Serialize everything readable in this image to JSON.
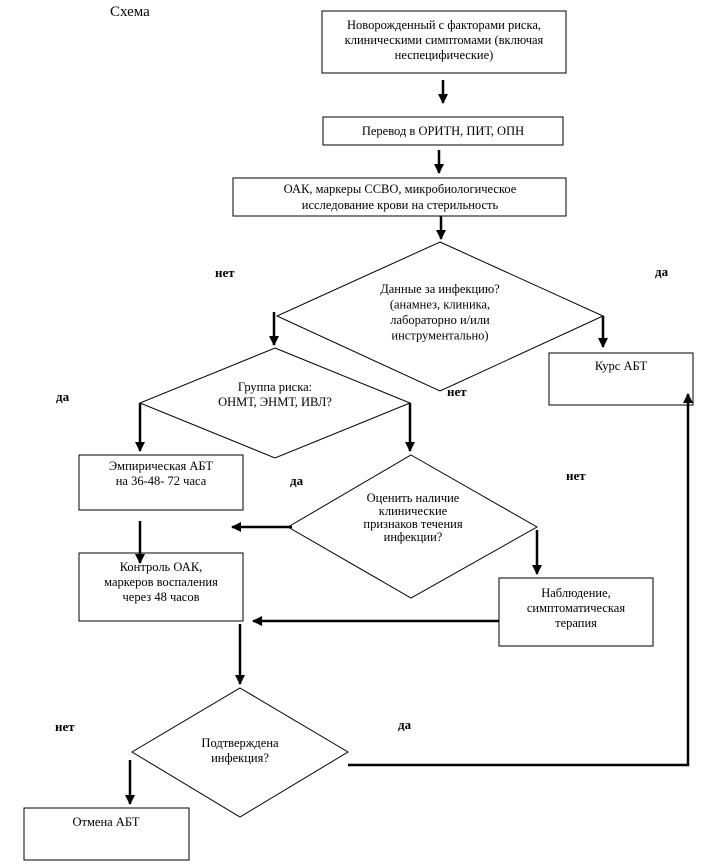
{
  "title": "Схема",
  "nodes": {
    "newborn": [
      "Новорожденный с факторами риска,",
      "клиническими симптомами (включая",
      "неспецифические)"
    ],
    "transfer": [
      "Перевод в ОРИТН, ПИТ, ОПН"
    ],
    "tests": [
      "ОАК, маркеры ССВО, микробиологическое",
      "исследование крови на стерильность"
    ],
    "infection_data": [
      "Данные за инфекцию?",
      "(анамнез, клиника,",
      "лабораторно и/или",
      "инструментально)"
    ],
    "risk_group": [
      "Группа риска:",
      "ОНМТ, ЭНМТ, ИВЛ?"
    ],
    "abt_course": [
      "Курс АБТ"
    ],
    "empiric_abt": [
      "Эмпирическая АБТ",
      "на 36-48- 72 часа"
    ],
    "assess_signs": [
      "Оценить наличие",
      "клинические",
      "признаков течения",
      "инфекции?"
    ],
    "control": [
      "Контроль ОАК,",
      "маркеров воспаления",
      "через 48 часов"
    ],
    "observation": [
      "Наблюдение,",
      "симптоматическая",
      "терапия"
    ],
    "confirmed": [
      "Подтверждена",
      "инфекция?"
    ],
    "cancel_abt": [
      "Отмена АБТ"
    ]
  },
  "labels": {
    "infection_no": "нет",
    "infection_yes": "да",
    "infection_no_bottom": "нет",
    "risk_yes": "да",
    "assess_yes": "да",
    "assess_no": "нет",
    "confirmed_no": "нет",
    "confirmed_yes": "да"
  }
}
